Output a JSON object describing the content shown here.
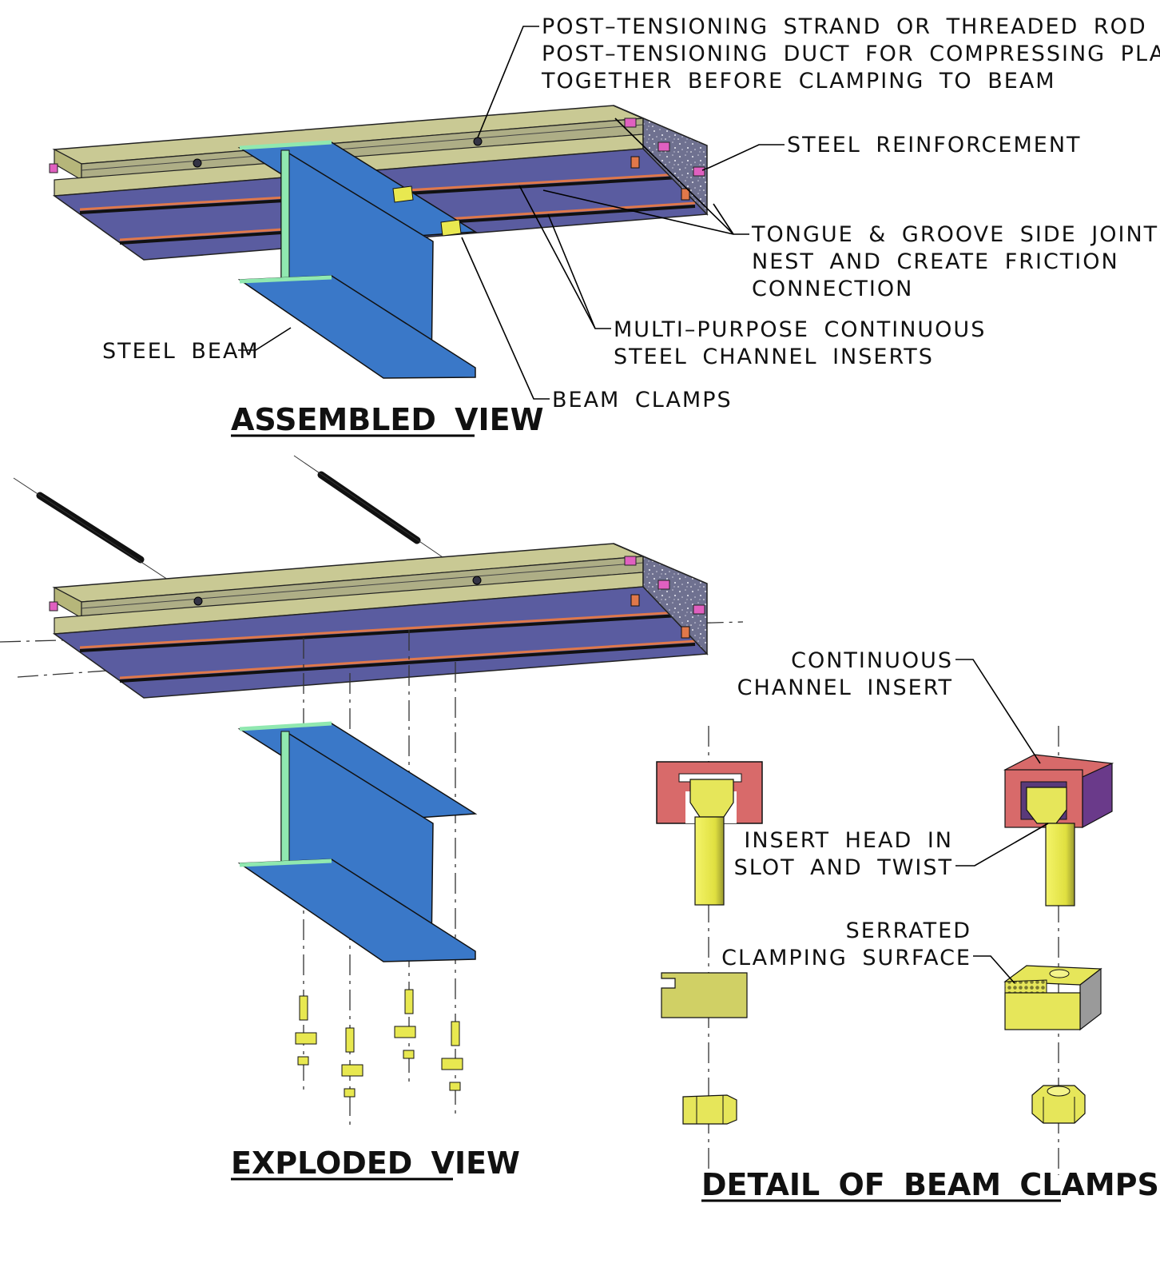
{
  "views": {
    "assembled": {
      "title": "ASSEMBLED VIEW"
    },
    "exploded": {
      "title": "EXPLODED VIEW"
    },
    "detail": {
      "title": "DETAIL OF BEAM CLAMPS"
    }
  },
  "callouts": {
    "post_tensioning": [
      "POST–TENSIONING STRAND OR THREADED ROD IN",
      "POST–TENSIONING DUCT FOR COMPRESSING PLANKS",
      "TOGETHER BEFORE CLAMPING TO BEAM"
    ],
    "steel_reinforcement": [
      "STEEL REINFORCEMENT"
    ],
    "tongue_groove": [
      "TONGUE & GROOVE SIDE JOINTS",
      "NEST AND CREATE FRICTION",
      "CONNECTION"
    ],
    "channel_inserts": [
      "MULTI–PURPOSE CONTINUOUS",
      "STEEL CHANNEL INSERTS"
    ],
    "steel_beam": [
      "STEEL BEAM"
    ],
    "beam_clamps": [
      "BEAM CLAMPS"
    ],
    "continuous_channel": [
      "CONTINUOUS",
      "CHANNEL INSERT"
    ],
    "insert_head": [
      "INSERT HEAD IN",
      "SLOT AND TWIST"
    ],
    "serrated": [
      "SERRATED",
      "CLAMPING SURFACE"
    ]
  },
  "colors": {
    "plank_top": "#c9c994",
    "plank_bottom": "#5a5ca0",
    "concrete": "#6f7190",
    "beam_web": "#3a78c8",
    "beam_flange_edge": "#90e8b0",
    "channel_insert": "#d86a6a",
    "channel_side": "#6a3a8a",
    "bolt": "#e8e850",
    "reinforcement": "#e060c0"
  }
}
